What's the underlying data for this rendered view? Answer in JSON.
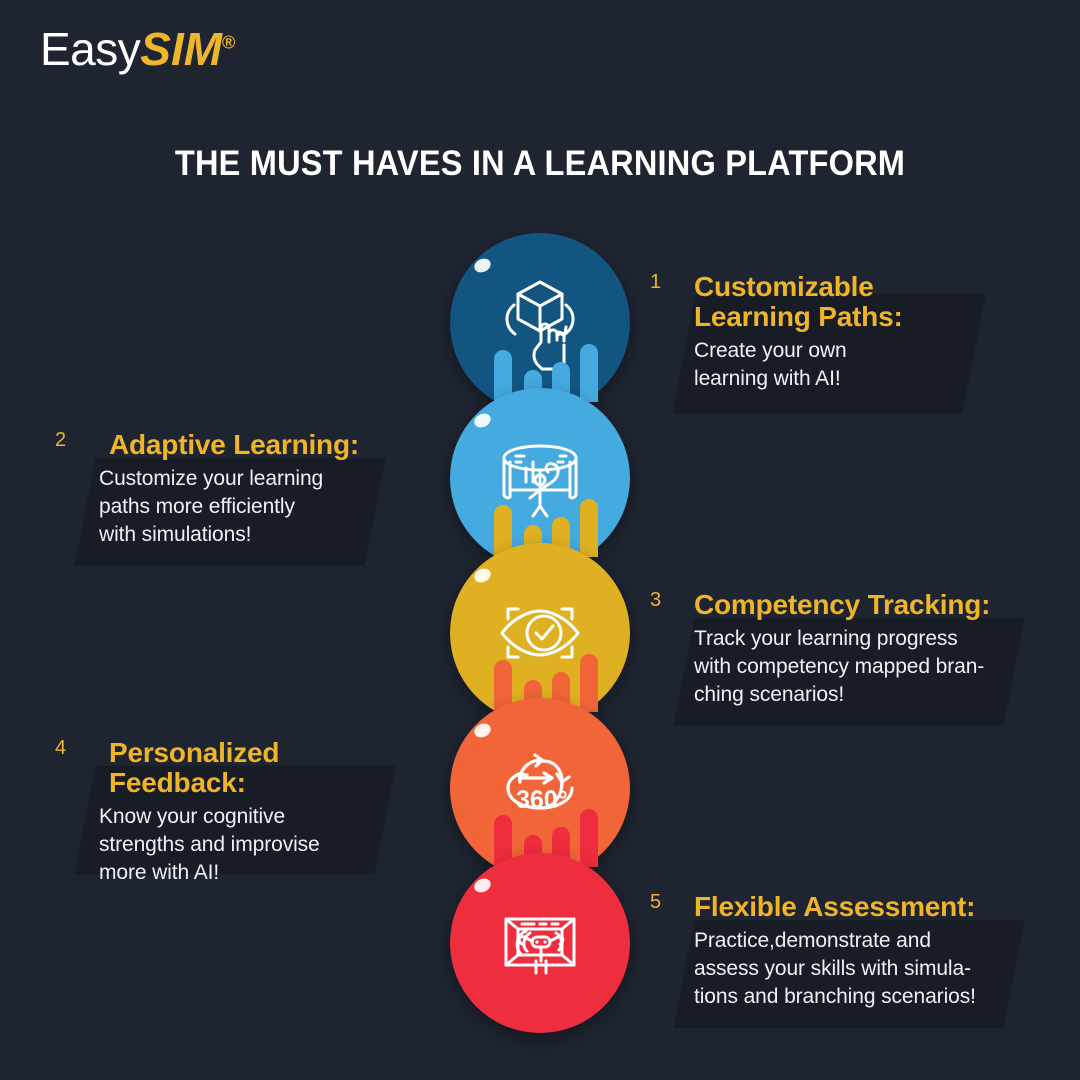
{
  "brand": {
    "name_light": "Easy",
    "name_bold": "SIM",
    "registered": "®"
  },
  "header": {
    "title": "THE MUST HAVES IN A LEARNING PLATFORM"
  },
  "colors": {
    "background": "#1e2430",
    "accent_gold": "#f0b428",
    "text_white": "#eef1f4",
    "node_1": "#125580",
    "node_2": "#45aadf",
    "node_3": "#dfb021",
    "node_4": "#f26539",
    "node_5": "#ee2d3e"
  },
  "items": [
    {
      "number": "1",
      "heading": "Customizable Learning Paths:",
      "heading_lines": [
        "Customizable",
        "Learning Paths:"
      ],
      "body": "Create your own learning with AI!",
      "body_lines": [
        "Create your own",
        "learning with AI!"
      ],
      "side": "right",
      "color": "#125580",
      "icon": "cube-rotate-hand-icon"
    },
    {
      "number": "2",
      "heading": "Adaptive Learning:",
      "heading_lines": [
        "Adaptive Learning:"
      ],
      "body": "Customize your learning paths more efficiently with simulations!",
      "body_lines": [
        "Customize your learning",
        "paths more efficiently",
        "with simulations!"
      ],
      "side": "left",
      "color": "#45aadf",
      "icon": "immersive-screen-person-icon"
    },
    {
      "number": "3",
      "heading": "Competency Tracking:",
      "heading_lines": [
        "Competency Tracking:"
      ],
      "body": "Track your learning progress with competency mapped bran-ching scenarios!",
      "body_lines": [
        "Track your learning progress",
        "with competency mapped bran-",
        "ching scenarios!"
      ],
      "side": "right",
      "color": "#dfb021",
      "icon": "eye-check-scan-icon"
    },
    {
      "number": "4",
      "heading": "Personalized Feedback:",
      "heading_lines": [
        "Personalized Feedback:"
      ],
      "body": "Know your cognitive strengths and improvise more with AI!",
      "body_lines": [
        "Know your cognitive",
        "strengths and improvise",
        "more with AI!"
      ],
      "side": "left",
      "color": "#f26539",
      "icon": "360-rotate-icon",
      "icon_label": "360°"
    },
    {
      "number": "5",
      "heading": "Flexible Assessment:",
      "heading_lines": [
        "Flexible Assessment:"
      ],
      "body": "Practice,demonstrate and assess your skills with simula-tions and branching scenarios!",
      "body_lines": [
        "Practice,demonstrate and",
        "assess your skills with simula-",
        "tions and branching scenarios!"
      ],
      "side": "right",
      "color": "#ee2d3e",
      "icon": "vr-screen-person-icon"
    }
  ]
}
